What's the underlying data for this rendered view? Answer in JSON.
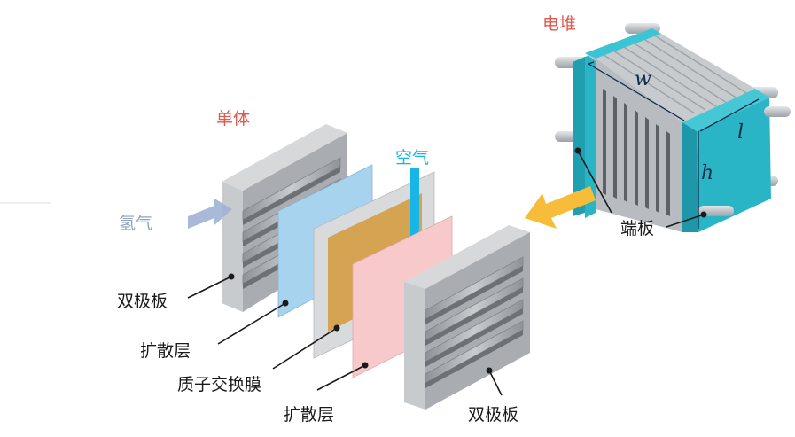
{
  "labels": {
    "stack_title": "电堆",
    "cell_title": "单体",
    "air": "空气",
    "hydrogen": "氢气",
    "bipolar_plate_left": "双极板",
    "diffusion_layer_1": "扩散层",
    "membrane": "质子交换膜",
    "diffusion_layer_2": "扩散层",
    "bipolar_plate_right": "双极板",
    "end_plate": "端板"
  },
  "dimensions": {
    "width": "w",
    "length": "l",
    "height": "h"
  },
  "colors": {
    "title_red": "#e05a4f",
    "air_cyan": "#17b6e6",
    "hydrogen_arrow": "#9fb3d4",
    "stack_arrow": "#f7bd3a",
    "end_plate_teal": "#2ab5c6",
    "plate_grey": "#a9adb2",
    "diffusion_blue": "#a8d3ef",
    "membrane_gold": "#d4a452",
    "diffusion_pink": "#f7c9cb"
  }
}
